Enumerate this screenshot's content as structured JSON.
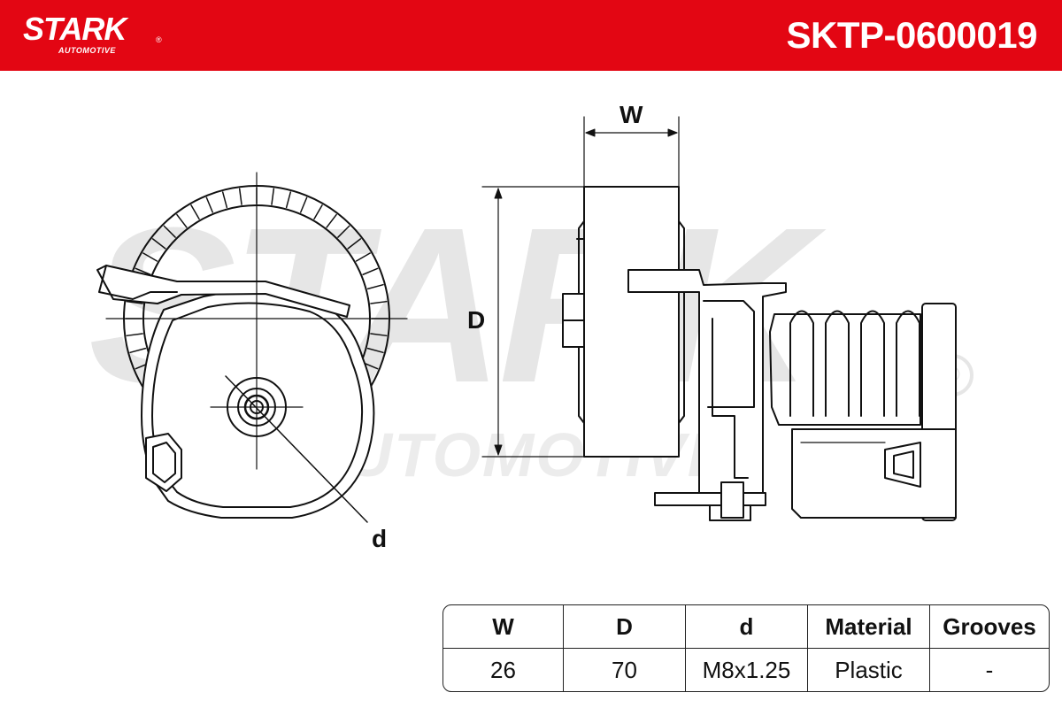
{
  "brand": {
    "name": "STARK",
    "registered_mark": "®",
    "subtitle": "AUTOMOTIVE"
  },
  "part_number": "SKTP-0600019",
  "watermark": {
    "main": "STARK",
    "sub": "AUTOMOTIVE",
    "registered_mark": "®"
  },
  "dimension_labels": {
    "width": "W",
    "diameter": "D",
    "bolt": "d"
  },
  "specs": {
    "headers": [
      "W",
      "D",
      "d",
      "Material",
      "Grooves"
    ],
    "values": [
      "26",
      "70",
      "M8x1.25",
      "Plastic",
      "-"
    ]
  },
  "colors": {
    "brand_red": "#e30613",
    "line": "#111111",
    "watermark": "#e6e6e6"
  }
}
